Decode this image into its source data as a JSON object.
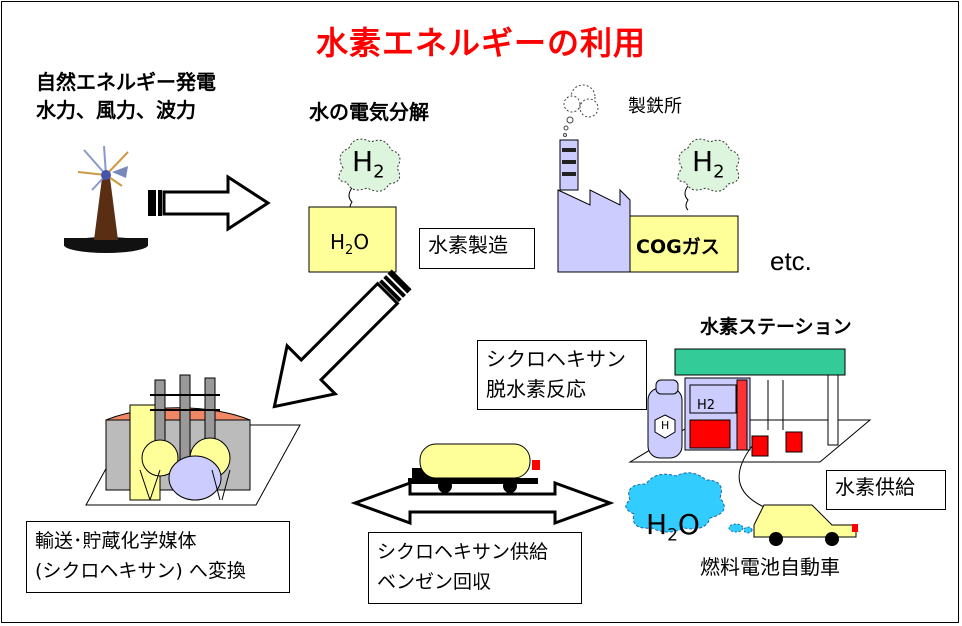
{
  "title": "水素エネルギーの利用",
  "natural_energy": {
    "line1": "自然エネルギー発電",
    "line2": "水力、風力、波力"
  },
  "electrolysis_label": "水の電気分解",
  "h2_subscript_label": {
    "main": "H",
    "sub": "2"
  },
  "h2o_label": {
    "h": "H",
    "sub": "2",
    "o": "O"
  },
  "production_box": "水素製造",
  "steelworks_label": "製鉄所",
  "cog_gas_label": "COGガス",
  "etc_label": "etc.",
  "station_label": "水素ステーション",
  "dehydrogenation_box": {
    "line1": "シクロヘキサン",
    "line2": "脱水素反応"
  },
  "tank_h2_label": "H2",
  "cylinder_h_label": "H",
  "supply_box": "水素供給",
  "fcv_label": "燃料電池自動車",
  "exhaust_label": {
    "h": "H",
    "sub": "2",
    "o": "O"
  },
  "storage_box": {
    "line1": "輸送･貯蔵化学媒体",
    "line2": "(シクロヘキサン) へ変換"
  },
  "transport_box": {
    "line1": "シクロヘキサン供給",
    "line2": "ベンゼン回収"
  },
  "colors": {
    "title": "#ff0000",
    "cloud": "#ddf5dd",
    "cloud_blue": "#33ccff",
    "box_yellow": "#ffff99",
    "factory": "#ccccff",
    "station_roof": "#33cc99",
    "red_pump": "#ff0000"
  }
}
